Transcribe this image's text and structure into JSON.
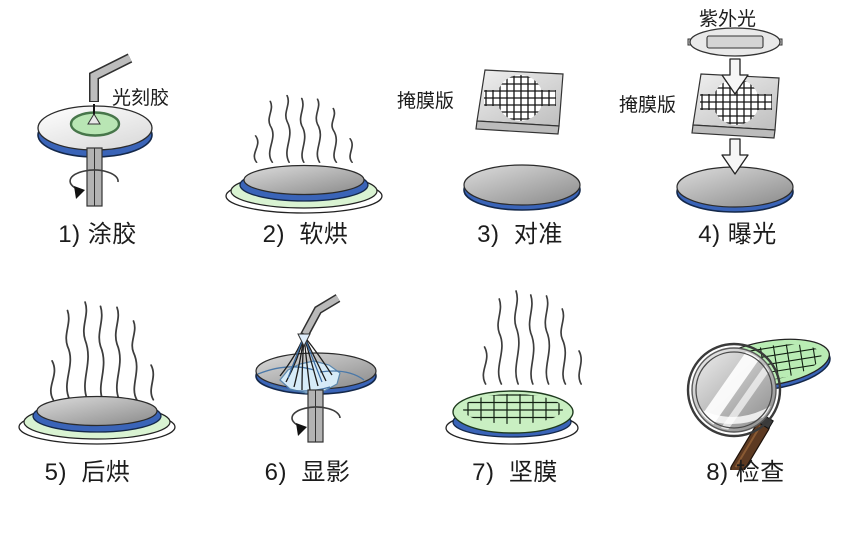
{
  "figure": {
    "background_color": "#ffffff",
    "rows": 2,
    "columns": 4
  },
  "colors": {
    "wafer_rim_blue": "#3a64b8",
    "wafer_rim_outline": "#14284a",
    "resist_puddle_green": "#b9e6b4",
    "resist_puddle_edge": "#47764a",
    "plate_green": "#d9f3d2",
    "hardbake_green": "#c9efc2",
    "disc_gray_light": "#d9d9d9",
    "disc_gray_dark": "#8f8f8f",
    "developer_spray_blue": "#d6ebf8",
    "magnifier_handle_brown": "#5d3a22",
    "outline_black": "#222222"
  },
  "annotations": {
    "photoresist_label": "光刻胶",
    "mask_label_step3": "掩膜版",
    "uv_label": "紫外光",
    "mask_label_step4": "掩膜版"
  },
  "steps": [
    {
      "caption": "1) 涂胶",
      "icon": "spin-coater-icon"
    },
    {
      "caption": "2)  软烘",
      "icon": "hotplate-steam-icon"
    },
    {
      "caption": "3)  对准",
      "icon": "mask-wafer-align-icon"
    },
    {
      "caption": "4) 曝光",
      "icon": "uv-exposure-icon"
    },
    {
      "caption": "5)  后烘",
      "icon": "hotplate-steam-icon"
    },
    {
      "caption": "6)  显影",
      "icon": "developer-spray-icon"
    },
    {
      "caption": "7)  坚膜",
      "icon": "hardbake-grid-icon"
    },
    {
      "caption": "8) 检查",
      "icon": "magnifier-inspect-icon"
    }
  ]
}
